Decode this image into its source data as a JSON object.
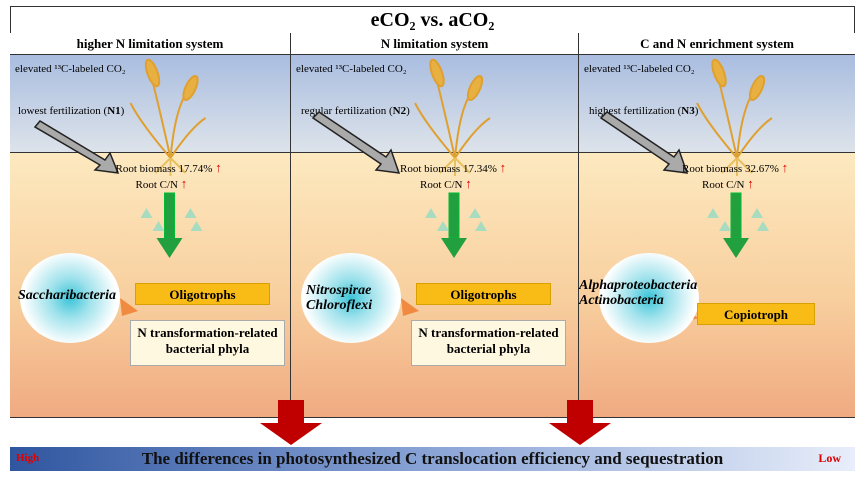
{
  "title": "eCO₂ vs. aCO₂",
  "columns": [
    {
      "header": "higher N limitation system",
      "co2": "elevated ¹³C-labeled CO₂",
      "fert": "lowest fertilization (",
      "fert_bold": "N1",
      "biomass": "Root biomass 17.74%",
      "cn": "Root C/N",
      "taxa": [
        "Saccharibacteria"
      ],
      "group": "Oligotrophs",
      "sub": "N transformation-related bacterial phyla"
    },
    {
      "header": "N limitation system",
      "co2": "elevated ¹³C-labeled CO₂",
      "fert": "regular fertilization (",
      "fert_bold": "N2",
      "biomass": "Root biomass 17.34%",
      "cn": "Root C/N",
      "taxa": [
        "Nitrospirae",
        "Chloroflexi"
      ],
      "group": "Oligotrophs",
      "sub": "N transformation-related bacterial phyla"
    },
    {
      "header": "C and N enrichment system",
      "co2": "elevated ¹³C-labeled CO₂",
      "fert": "highest fertilization (",
      "fert_bold": "N3",
      "biomass": "Root biomass 32.67%",
      "cn": "Root C/N",
      "taxa": [
        "Alphaproteobacteria",
        "Actinobacteria"
      ],
      "group": "Copiotroph"
    }
  ],
  "up_arrow": "↑",
  "bottom": {
    "high": "High",
    "message": "The differences in photosynthesized C translocation efficiency and sequestration",
    "low": "Low"
  },
  "colors": {
    "arrow_red": "#c00000",
    "orange": "#f9bc16",
    "green": "#22a040"
  }
}
